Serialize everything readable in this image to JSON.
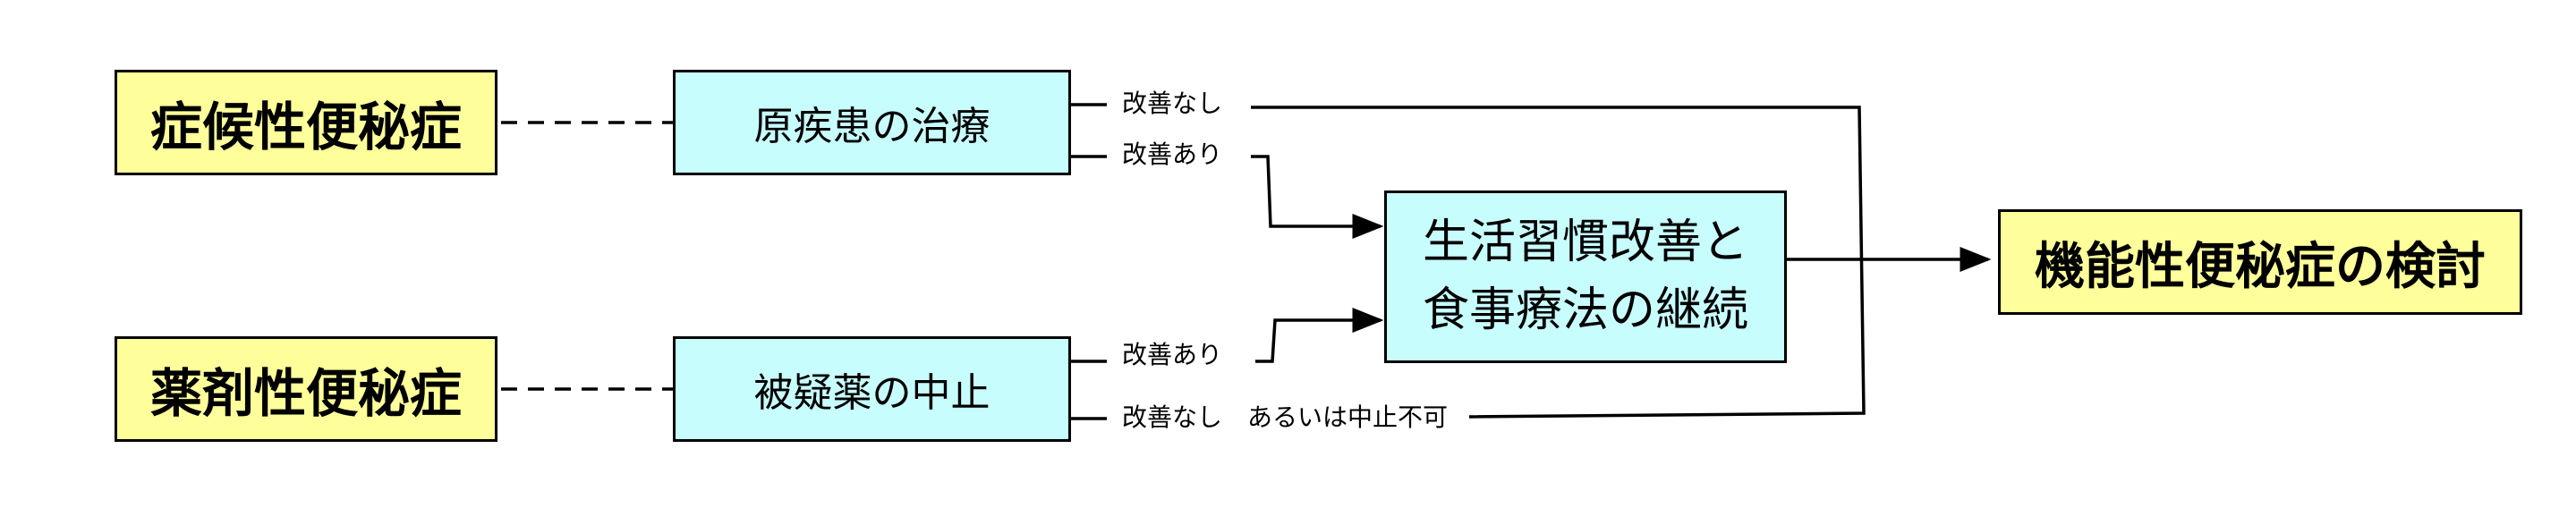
{
  "nodes": {
    "symptomatic": "症候性便秘症",
    "drug_induced": "薬剤性便秘症",
    "treat_primary": "原疾患の治療",
    "stop_drug": "被疑薬の中止",
    "lifestyle_line1": "生活習慣改善と",
    "lifestyle_line2": "食事療法の継続",
    "functional": "機能性便秘症の検討"
  },
  "labels": {
    "top_no_improve": "改善なし",
    "top_improve": "改善あり",
    "bottom_improve": "改善あり",
    "bottom_no_improve": "改善なし　あるいは中止不可"
  },
  "colors": {
    "yellow_box": "#fefe9a",
    "cyan_box": "#c8fdfe",
    "line": "#000000"
  }
}
